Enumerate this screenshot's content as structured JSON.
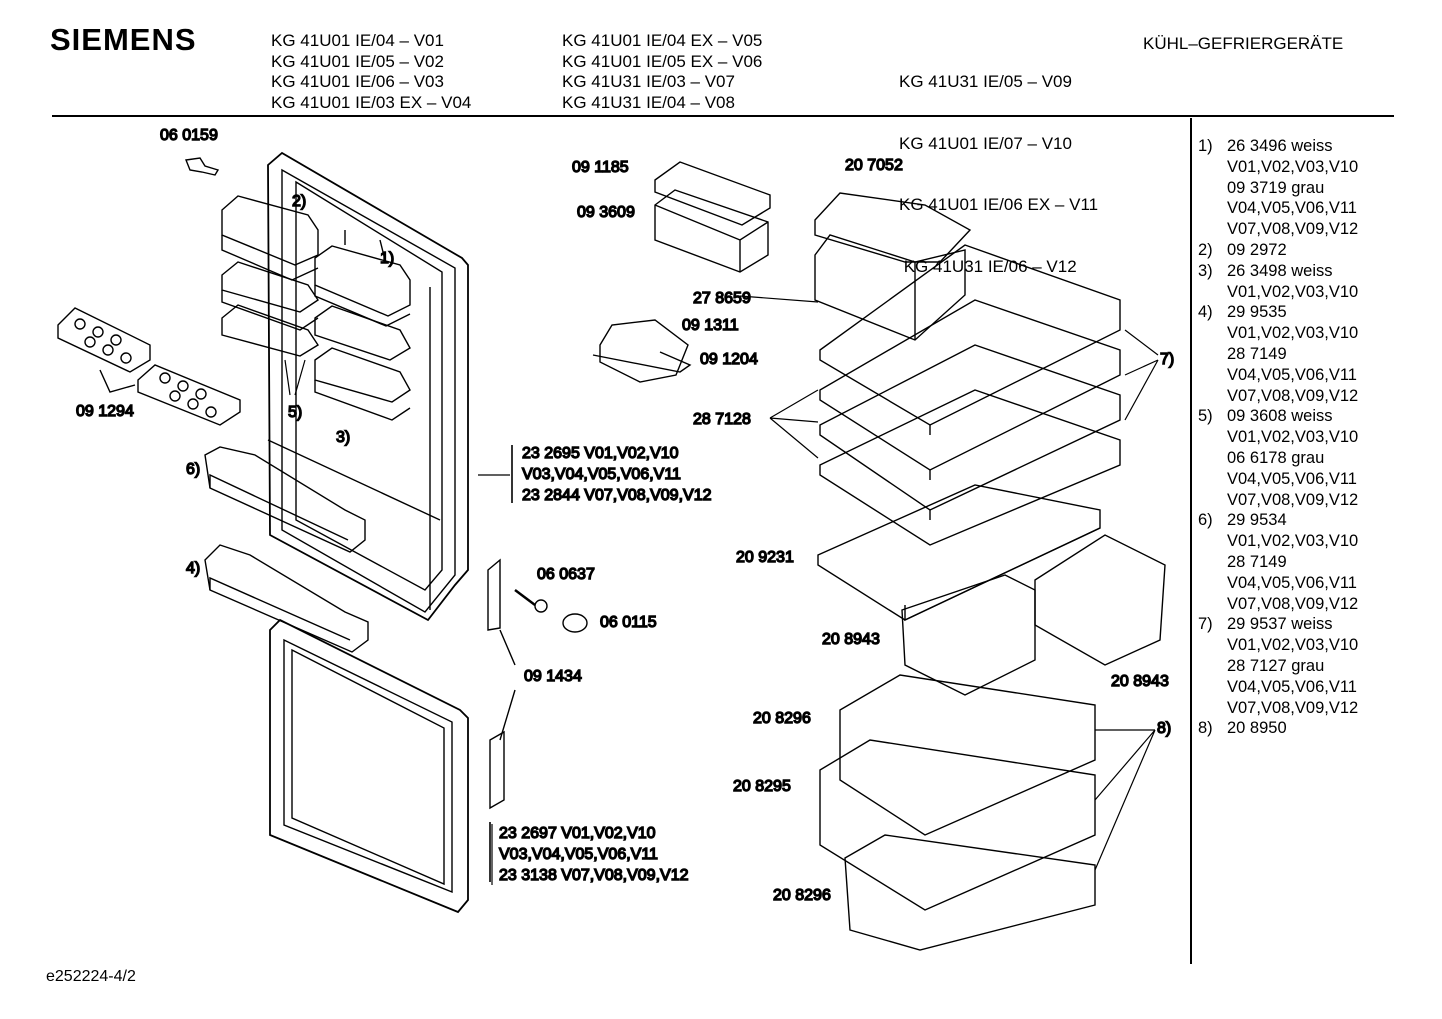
{
  "header": {
    "brand": "SIEMENS",
    "category": "KÜHL–GEFRIERGERÄTE",
    "models": [
      [
        "KG 41U01 IE/04 – V01",
        "KG 41U01 IE/05 – V02",
        "KG 41U01 IE/06 – V03",
        "KG 41U01 IE/03 EX – V04"
      ],
      [
        "KG 41U01 IE/04 EX – V05",
        "KG 41U01 IE/05 EX – V06",
        "KG 41U31 IE/03 – V07",
        "KG 41U31 IE/04 – V08"
      ],
      [
        "KG 41U31 IE/05 – V09",
        "KG 41U01 IE/07 – V10",
        "KG 41U01 IE/06 EX – V11",
        " KG 41U31 IE/06 – V12"
      ]
    ]
  },
  "callouts": {
    "c060159": "06 0159",
    "c091185": "09 1185",
    "c093609": "09 3609",
    "c207052": "20 7052",
    "c278659": "27 8659",
    "c091311": "09 1311",
    "c091204": "09 1204",
    "c091294": "09 1294",
    "c287128": "28 7128",
    "c209231": "20 9231",
    "c208943a": "20 8943",
    "c208943b": "20 8943",
    "c208296a": "20 8296",
    "c208295": "20 8295",
    "c208296b": "20 8296",
    "c060637": "06 0637",
    "c060115": "06 0115",
    "c091434": "09 1434",
    "n1": "1)",
    "n2": "2)",
    "n3": "3)",
    "n4": "4)",
    "n5": "5)",
    "n6": "6)",
    "n7": "7)",
    "n8": "8)",
    "upper_door": [
      "23 2695 V01,V02,V10",
      "V03,V04,V05,V06,V11",
      "23 2844 V07,V08,V09,V12"
    ],
    "lower_door": [
      "23 2697 V01,V02,V10",
      "V03,V04,V05,V06,V11",
      "23 3138 V07,V08,V09,V12"
    ]
  },
  "parts_list": [
    {
      "num": "1)",
      "text": "26 3496 weiss"
    },
    {
      "num": "",
      "text": "V01,V02,V03,V10"
    },
    {
      "num": "",
      "text": "09 3719 grau"
    },
    {
      "num": "",
      "text": "V04,V05,V06,V11"
    },
    {
      "num": "",
      "text": "V07,V08,V09,V12"
    },
    {
      "num": "2)",
      "text": "09 2972"
    },
    {
      "num": "3)",
      "text": "26 3498 weiss"
    },
    {
      "num": "",
      "text": "V01,V02,V03,V10"
    },
    {
      "num": "4)",
      "text": "29 9535"
    },
    {
      "num": "",
      "text": "V01,V02,V03,V10"
    },
    {
      "num": "",
      "text": "28 7149"
    },
    {
      "num": "",
      "text": "V04,V05,V06,V11"
    },
    {
      "num": "",
      "text": "V07,V08,V09,V12"
    },
    {
      "num": "5)",
      "text": "09 3608 weiss"
    },
    {
      "num": "",
      "text": "V01,V02,V03,V10"
    },
    {
      "num": "",
      "text": "06 6178 grau"
    },
    {
      "num": "",
      "text": "V04,V05,V06,V11"
    },
    {
      "num": "",
      "text": "V07,V08,V09,V12"
    },
    {
      "num": "6)",
      "text": "29 9534"
    },
    {
      "num": "",
      "text": "V01,V02,V03,V10"
    },
    {
      "num": "",
      "text": "28 7149"
    },
    {
      "num": "",
      "text": "V04,V05,V06,V11"
    },
    {
      "num": "",
      "text": "V07,V08,V09,V12"
    },
    {
      "num": "7)",
      "text": "29 9537 weiss"
    },
    {
      "num": "",
      "text": "V01,V02,V03,V10"
    },
    {
      "num": "",
      "text": "28 7127 grau"
    },
    {
      "num": "",
      "text": "V04,V05,V06,V11"
    },
    {
      "num": "",
      "text": "V07,V08,V09,V12"
    },
    {
      "num": "8)",
      "text": "20 8950"
    }
  ],
  "footer": "e252224-4/2"
}
